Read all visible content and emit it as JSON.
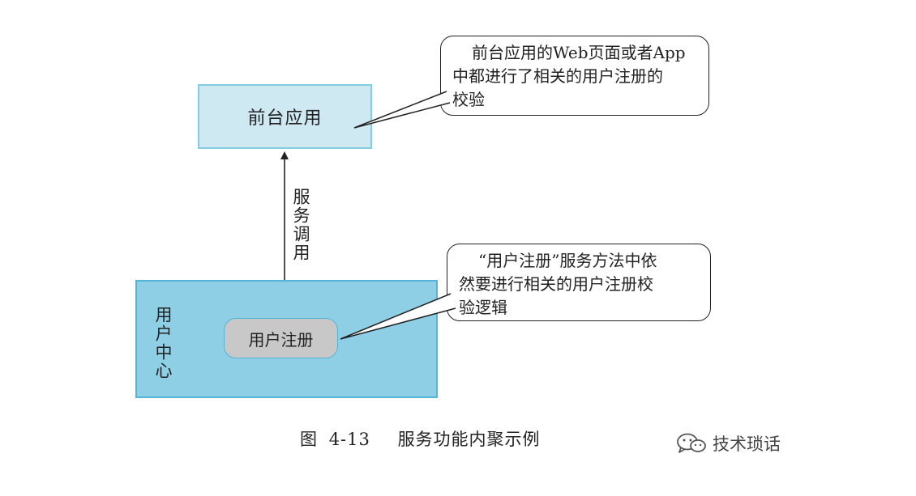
{
  "front_app": {
    "label": "前台应用"
  },
  "service_call": {
    "label": "服务调用"
  },
  "user_center": {
    "label": "用户中心",
    "register": {
      "label": "用户注册"
    }
  },
  "callouts": [
    {
      "lines": [
        "前台应用的Web页面或者App",
        "中都进行了相关的用户注册的",
        "校验"
      ]
    },
    {
      "lines": [
        "“用户注册”服务方法中依",
        "然要进行相关的用户注册校",
        "验逻辑"
      ]
    }
  ],
  "caption": {
    "figure": "图",
    "number": "4-13",
    "title": "服务功能内聚示例"
  },
  "watermark": {
    "text": "技术琐话",
    "icon": "wechat-icon"
  },
  "colors": {
    "front_fill": "#cfe9f3",
    "front_border": "#86cde1",
    "center_fill": "#8fcfe6",
    "center_border": "#52b4d6",
    "pill_fill": "#c8c8c8"
  }
}
